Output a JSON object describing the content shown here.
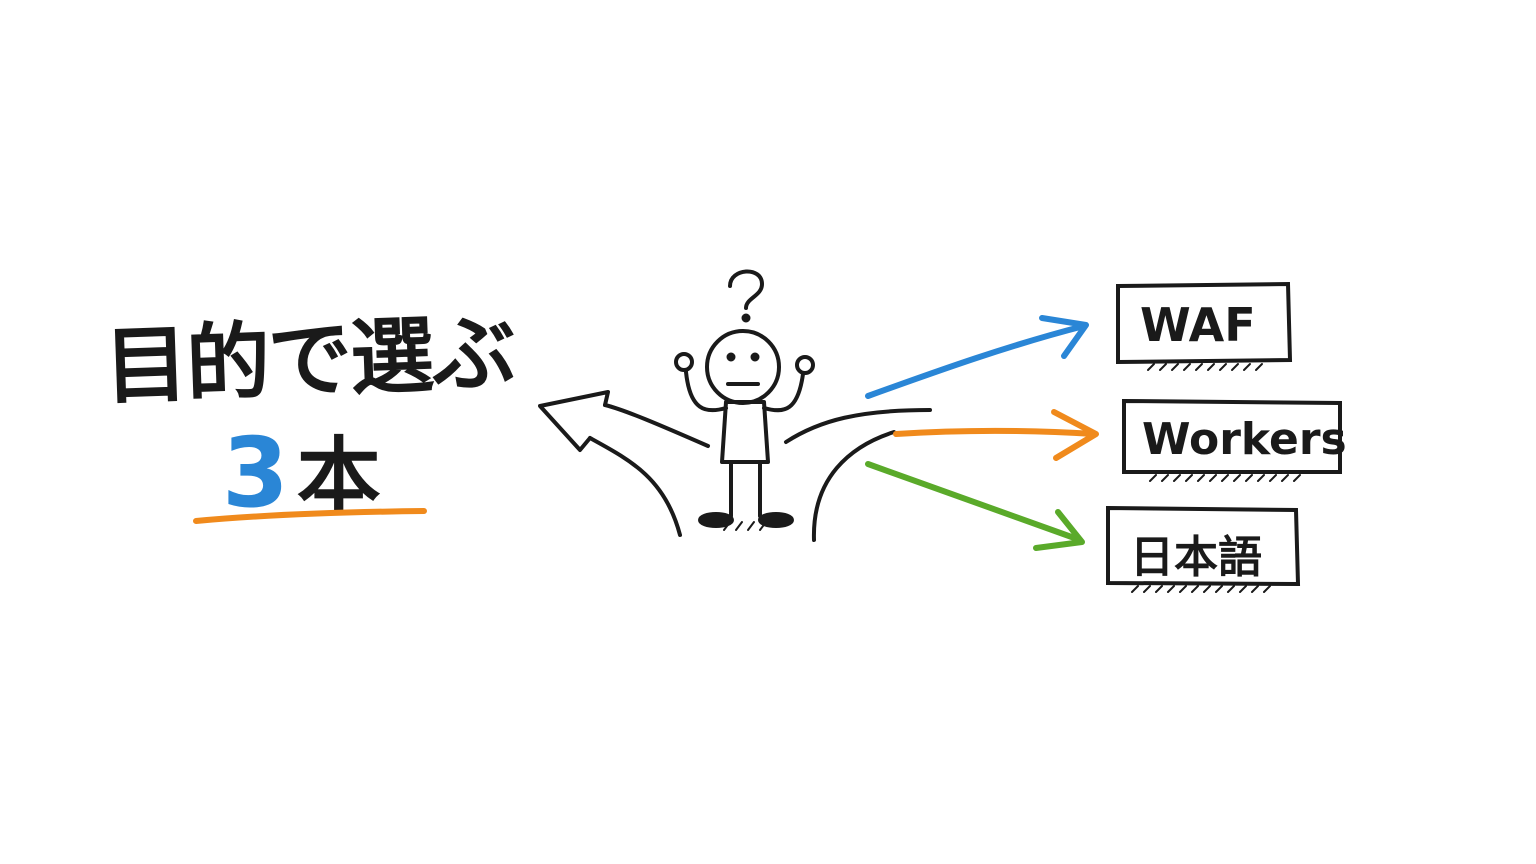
{
  "headline": {
    "line1": "目的で選ぶ",
    "number": "3",
    "unit": "本"
  },
  "options": [
    {
      "label": "WAF",
      "arrow_color": "#2a86d6"
    },
    {
      "label": "Workers",
      "arrow_color": "#f08a1c"
    },
    {
      "label": "日本語",
      "arrow_color": "#5aaa2a"
    }
  ],
  "figure": {
    "thought_symbol": "?",
    "icon": "confused-stick-figure-icon"
  },
  "colors": {
    "ink": "#1a1a1a",
    "blue": "#2a86d6",
    "orange": "#f08a1c",
    "green": "#5aaa2a"
  }
}
